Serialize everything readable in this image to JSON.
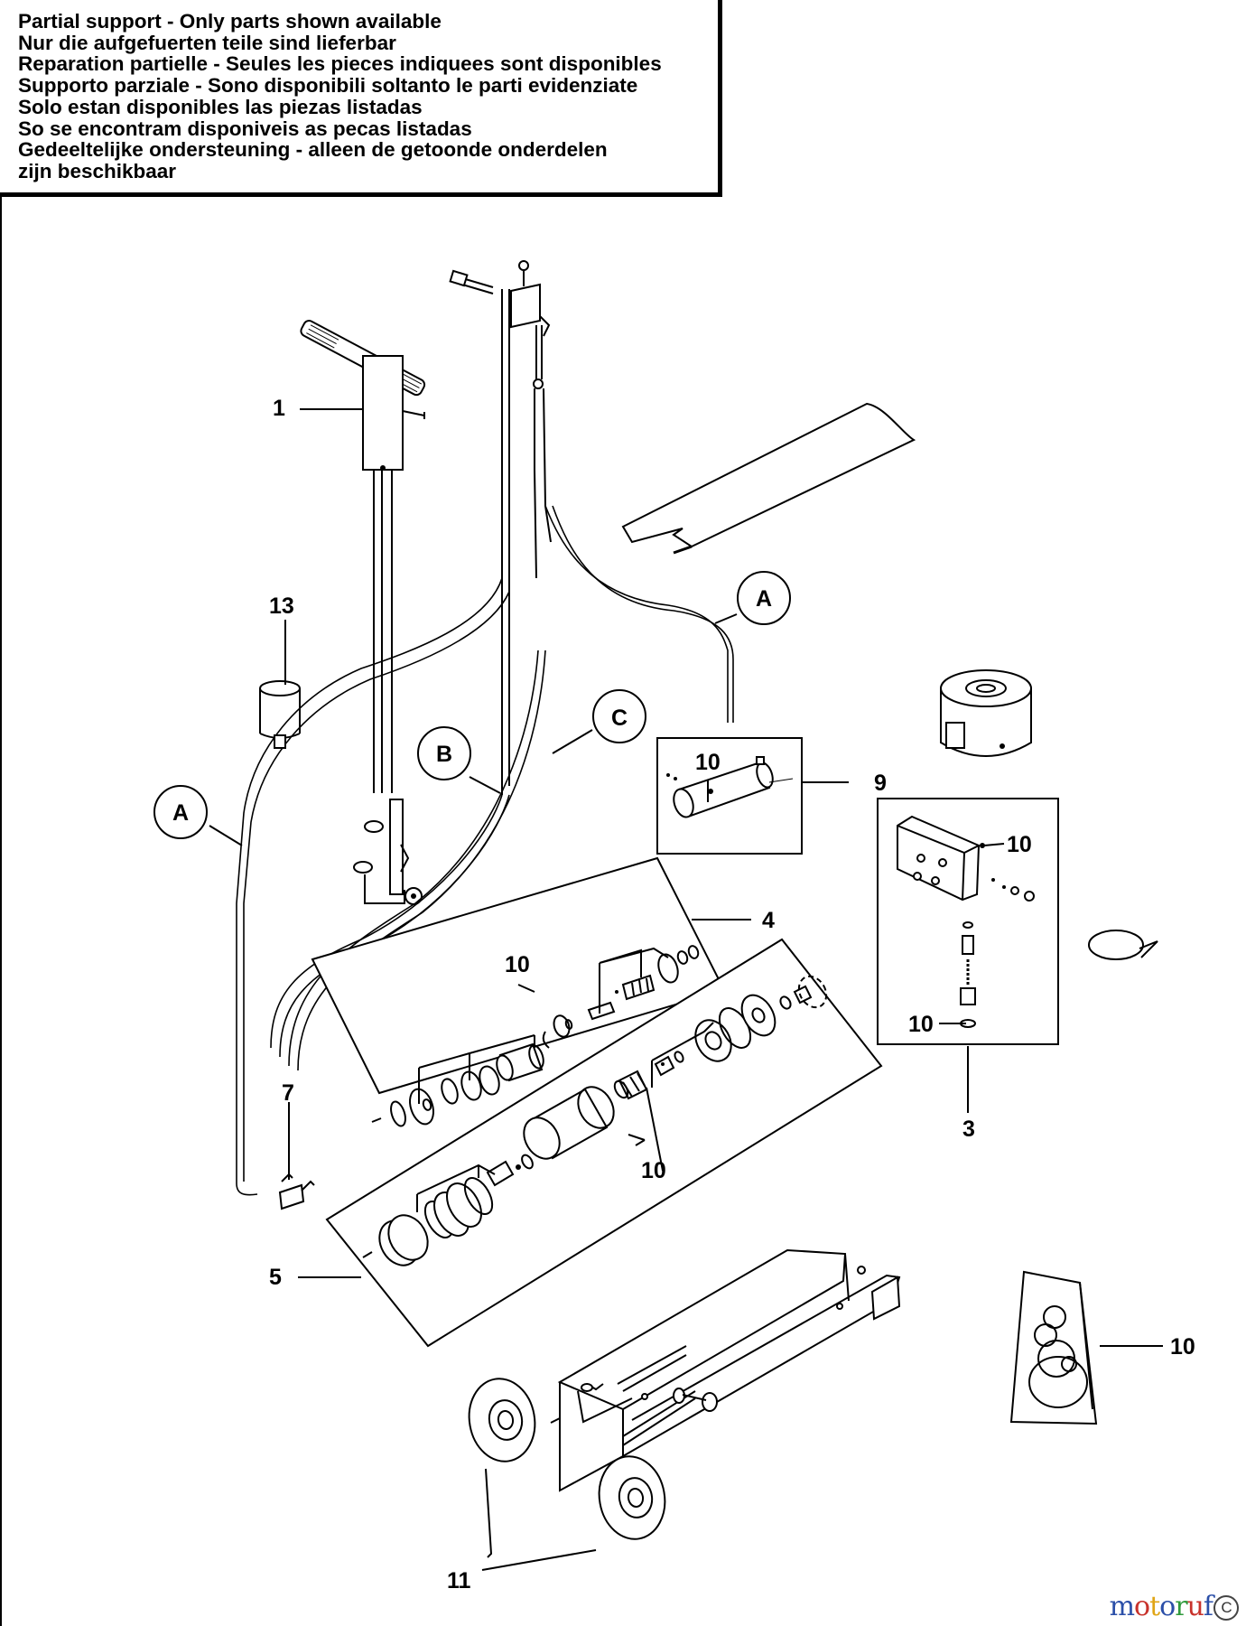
{
  "notice_lines": [
    "Partial support - Only parts shown available",
    "Nur die aufgefuerten teile sind lieferbar",
    "Reparation partielle - Seules les pieces indiquees sont disponibles",
    "Supporto parziale - Sono disponibili soltanto le parti evidenziate",
    "Solo estan disponibles las piezas listadas",
    "So se encontram disponiveis as pecas listadas",
    "Gedeeltelijke ondersteuning - alleen de getoonde onderdelen",
    "zijn beschikbaar"
  ],
  "callouts": {
    "c1": "1",
    "c3": "3",
    "c4": "4",
    "c5": "5",
    "c7": "7",
    "c9": "9",
    "c10_box9": "10",
    "c10_box3_top": "10",
    "c10_box3_bottom": "10",
    "c10_box4": "10",
    "c10_box5": "10",
    "c10_seals": "10",
    "c11": "11",
    "c13": "13",
    "cA_right": "A",
    "cA_left": "A",
    "cB": "B",
    "cC": "C"
  },
  "watermark": {
    "letters": [
      "m",
      "o",
      "t",
      "o",
      "r",
      "u",
      "f"
    ],
    "letter_colors": [
      "#2b4fa8",
      "#c8322b",
      "#e0a516",
      "#2b4fa8",
      "#2f9a3c",
      "#c8322b",
      "#2b4fa8"
    ],
    "copyright": "C"
  }
}
